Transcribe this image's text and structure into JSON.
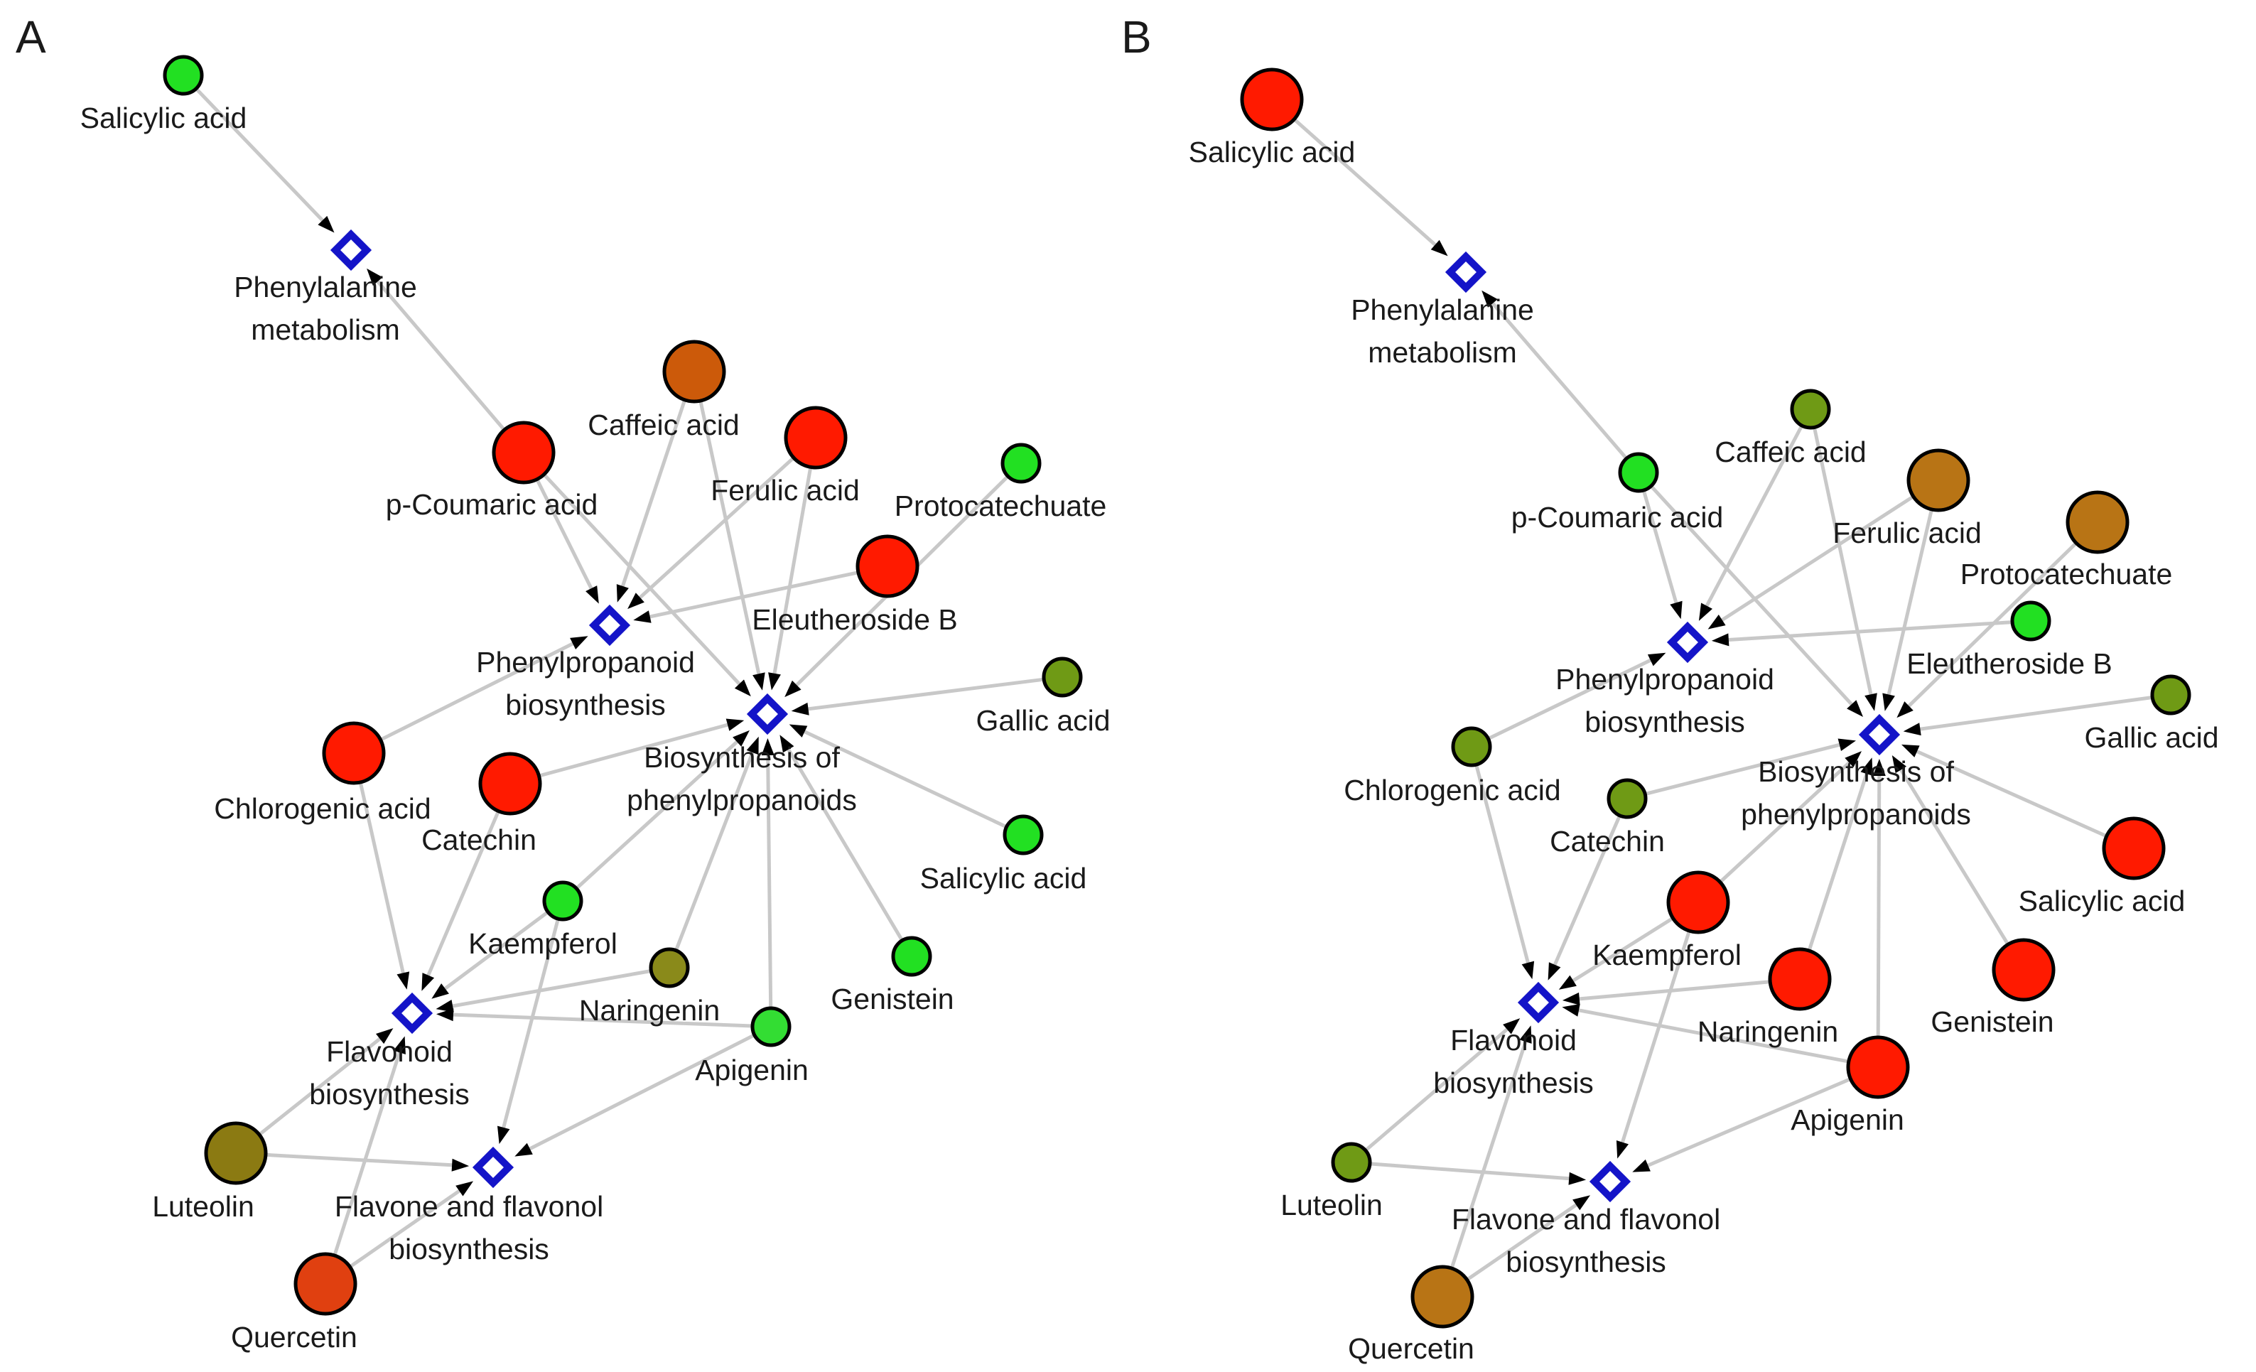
{
  "colors": {
    "edge": "#c8c8c8",
    "arrow": "#000000",
    "pathway_stroke": "#1414c8",
    "pathway_fill": "#ffffff",
    "node_stroke": "#000000",
    "bright_green": "#22e022",
    "light_green": "#33dd33",
    "olive_green": "#6f9a15",
    "olive": "#8a8a1a",
    "olive_brown": "#8b7a12",
    "brown": "#b87415",
    "orange_brown": "#cc5a0a",
    "orange_red": "#e04010",
    "red": "#ff1a00"
  },
  "panels": [
    {
      "letter": "A",
      "pathways": [
        {
          "id": "phe",
          "lines": [
            "Phenylalanine",
            "metabolism"
          ]
        },
        {
          "id": "ppb",
          "lines": [
            "Phenylpropanoid",
            "biosynthesis"
          ]
        },
        {
          "id": "bop",
          "lines": [
            "Biosynthesis of",
            "phenylpropanoids"
          ]
        },
        {
          "id": "flb",
          "lines": [
            "Flavonoid",
            "biosynthesis"
          ]
        },
        {
          "id": "ffb",
          "lines": [
            "Flavone and flavonol",
            "biosynthesis"
          ]
        }
      ],
      "metabolites": [
        {
          "id": "sal1",
          "label": "Salicylic acid",
          "color": "#22e022"
        },
        {
          "id": "pcou",
          "label": "p-Coumaric acid",
          "color": "#ff1a00"
        },
        {
          "id": "caf",
          "label": "Caffeic acid",
          "color": "#cc5a0a"
        },
        {
          "id": "fer",
          "label": "Ferulic acid",
          "color": "#ff1a00"
        },
        {
          "id": "pro",
          "label": "Protocatechuate",
          "color": "#22e022"
        },
        {
          "id": "ele",
          "label": "Eleutheroside B",
          "color": "#ff1a00"
        },
        {
          "id": "gal",
          "label": "Gallic acid",
          "color": "#6f9a15"
        },
        {
          "id": "chl",
          "label": "Chlorogenic acid",
          "color": "#ff1a00"
        },
        {
          "id": "cat",
          "label": "Catechin",
          "color": "#ff1a00"
        },
        {
          "id": "sal2",
          "label": "Salicylic acid",
          "color": "#22e022"
        },
        {
          "id": "kae",
          "label": "Kaempferol",
          "color": "#22e022"
        },
        {
          "id": "nar",
          "label": "Naringenin",
          "color": "#8a8a1a"
        },
        {
          "id": "gen",
          "label": "Genistein",
          "color": "#22e022"
        },
        {
          "id": "api",
          "label": "Apigenin",
          "color": "#33dd33"
        },
        {
          "id": "lut",
          "label": "Luteolin",
          "color": "#8b7a12"
        },
        {
          "id": "que",
          "label": "Quercetin",
          "color": "#e04010"
        }
      ]
    },
    {
      "letter": "B",
      "pathways": [
        {
          "id": "phe",
          "lines": [
            "Phenylalanine",
            "metabolism"
          ]
        },
        {
          "id": "ppb",
          "lines": [
            "Phenylpropanoid",
            "biosynthesis"
          ]
        },
        {
          "id": "bop",
          "lines": [
            "Biosynthesis of",
            "phenylpropanoids"
          ]
        },
        {
          "id": "flb",
          "lines": [
            "Flavonoid",
            "biosynthesis"
          ]
        },
        {
          "id": "ffb",
          "lines": [
            "Flavone and flavonol",
            "biosynthesis"
          ]
        }
      ],
      "metabolites": [
        {
          "id": "sal1",
          "label": "Salicylic acid",
          "color": "#ff1a00"
        },
        {
          "id": "pcou",
          "label": "p-Coumaric acid",
          "color": "#22e022"
        },
        {
          "id": "caf",
          "label": "Caffeic acid",
          "color": "#6f9a15"
        },
        {
          "id": "fer",
          "label": "Ferulic acid",
          "color": "#b87415"
        },
        {
          "id": "pro",
          "label": "Protocatechuate",
          "color": "#b87415"
        },
        {
          "id": "ele",
          "label": "Eleutheroside B",
          "color": "#22e022"
        },
        {
          "id": "gal",
          "label": "Gallic acid",
          "color": "#6f9a15"
        },
        {
          "id": "chl",
          "label": "Chlorogenic acid",
          "color": "#6f9a15"
        },
        {
          "id": "cat",
          "label": "Catechin",
          "color": "#6f9a15"
        },
        {
          "id": "sal2",
          "label": "Salicylic acid",
          "color": "#ff1a00"
        },
        {
          "id": "kae",
          "label": "Kaempferol",
          "color": "#ff1a00"
        },
        {
          "id": "nar",
          "label": "Naringenin",
          "color": "#ff1a00"
        },
        {
          "id": "gen",
          "label": "Genistein",
          "color": "#ff1a00"
        },
        {
          "id": "api",
          "label": "Apigenin",
          "color": "#ff1a00"
        },
        {
          "id": "lut",
          "label": "Luteolin",
          "color": "#6f9a15"
        },
        {
          "id": "que",
          "label": "Quercetin",
          "color": "#b87415"
        }
      ]
    }
  ],
  "edges": [
    {
      "from": "sal1",
      "to": "phe"
    },
    {
      "from": "pcou",
      "to": "phe"
    },
    {
      "from": "pcou",
      "to": "ppb"
    },
    {
      "from": "caf",
      "to": "ppb"
    },
    {
      "from": "fer",
      "to": "ppb"
    },
    {
      "from": "ele",
      "to": "ppb"
    },
    {
      "from": "chl",
      "to": "ppb"
    },
    {
      "from": "pcou",
      "to": "bop"
    },
    {
      "from": "caf",
      "to": "bop"
    },
    {
      "from": "fer",
      "to": "bop"
    },
    {
      "from": "pro",
      "to": "bop"
    },
    {
      "from": "gal",
      "to": "bop"
    },
    {
      "from": "cat",
      "to": "bop"
    },
    {
      "from": "sal2",
      "to": "bop"
    },
    {
      "from": "kae",
      "to": "bop"
    },
    {
      "from": "nar",
      "to": "bop"
    },
    {
      "from": "gen",
      "to": "bop"
    },
    {
      "from": "api",
      "to": "bop"
    },
    {
      "from": "chl",
      "to": "flb"
    },
    {
      "from": "cat",
      "to": "flb"
    },
    {
      "from": "kae",
      "to": "flb"
    },
    {
      "from": "nar",
      "to": "flb"
    },
    {
      "from": "api",
      "to": "flb"
    },
    {
      "from": "lut",
      "to": "flb"
    },
    {
      "from": "que",
      "to": "flb"
    },
    {
      "from": "kae",
      "to": "ffb"
    },
    {
      "from": "api",
      "to": "ffb"
    },
    {
      "from": "lut",
      "to": "ffb"
    },
    {
      "from": "que",
      "to": "ffb"
    }
  ]
}
